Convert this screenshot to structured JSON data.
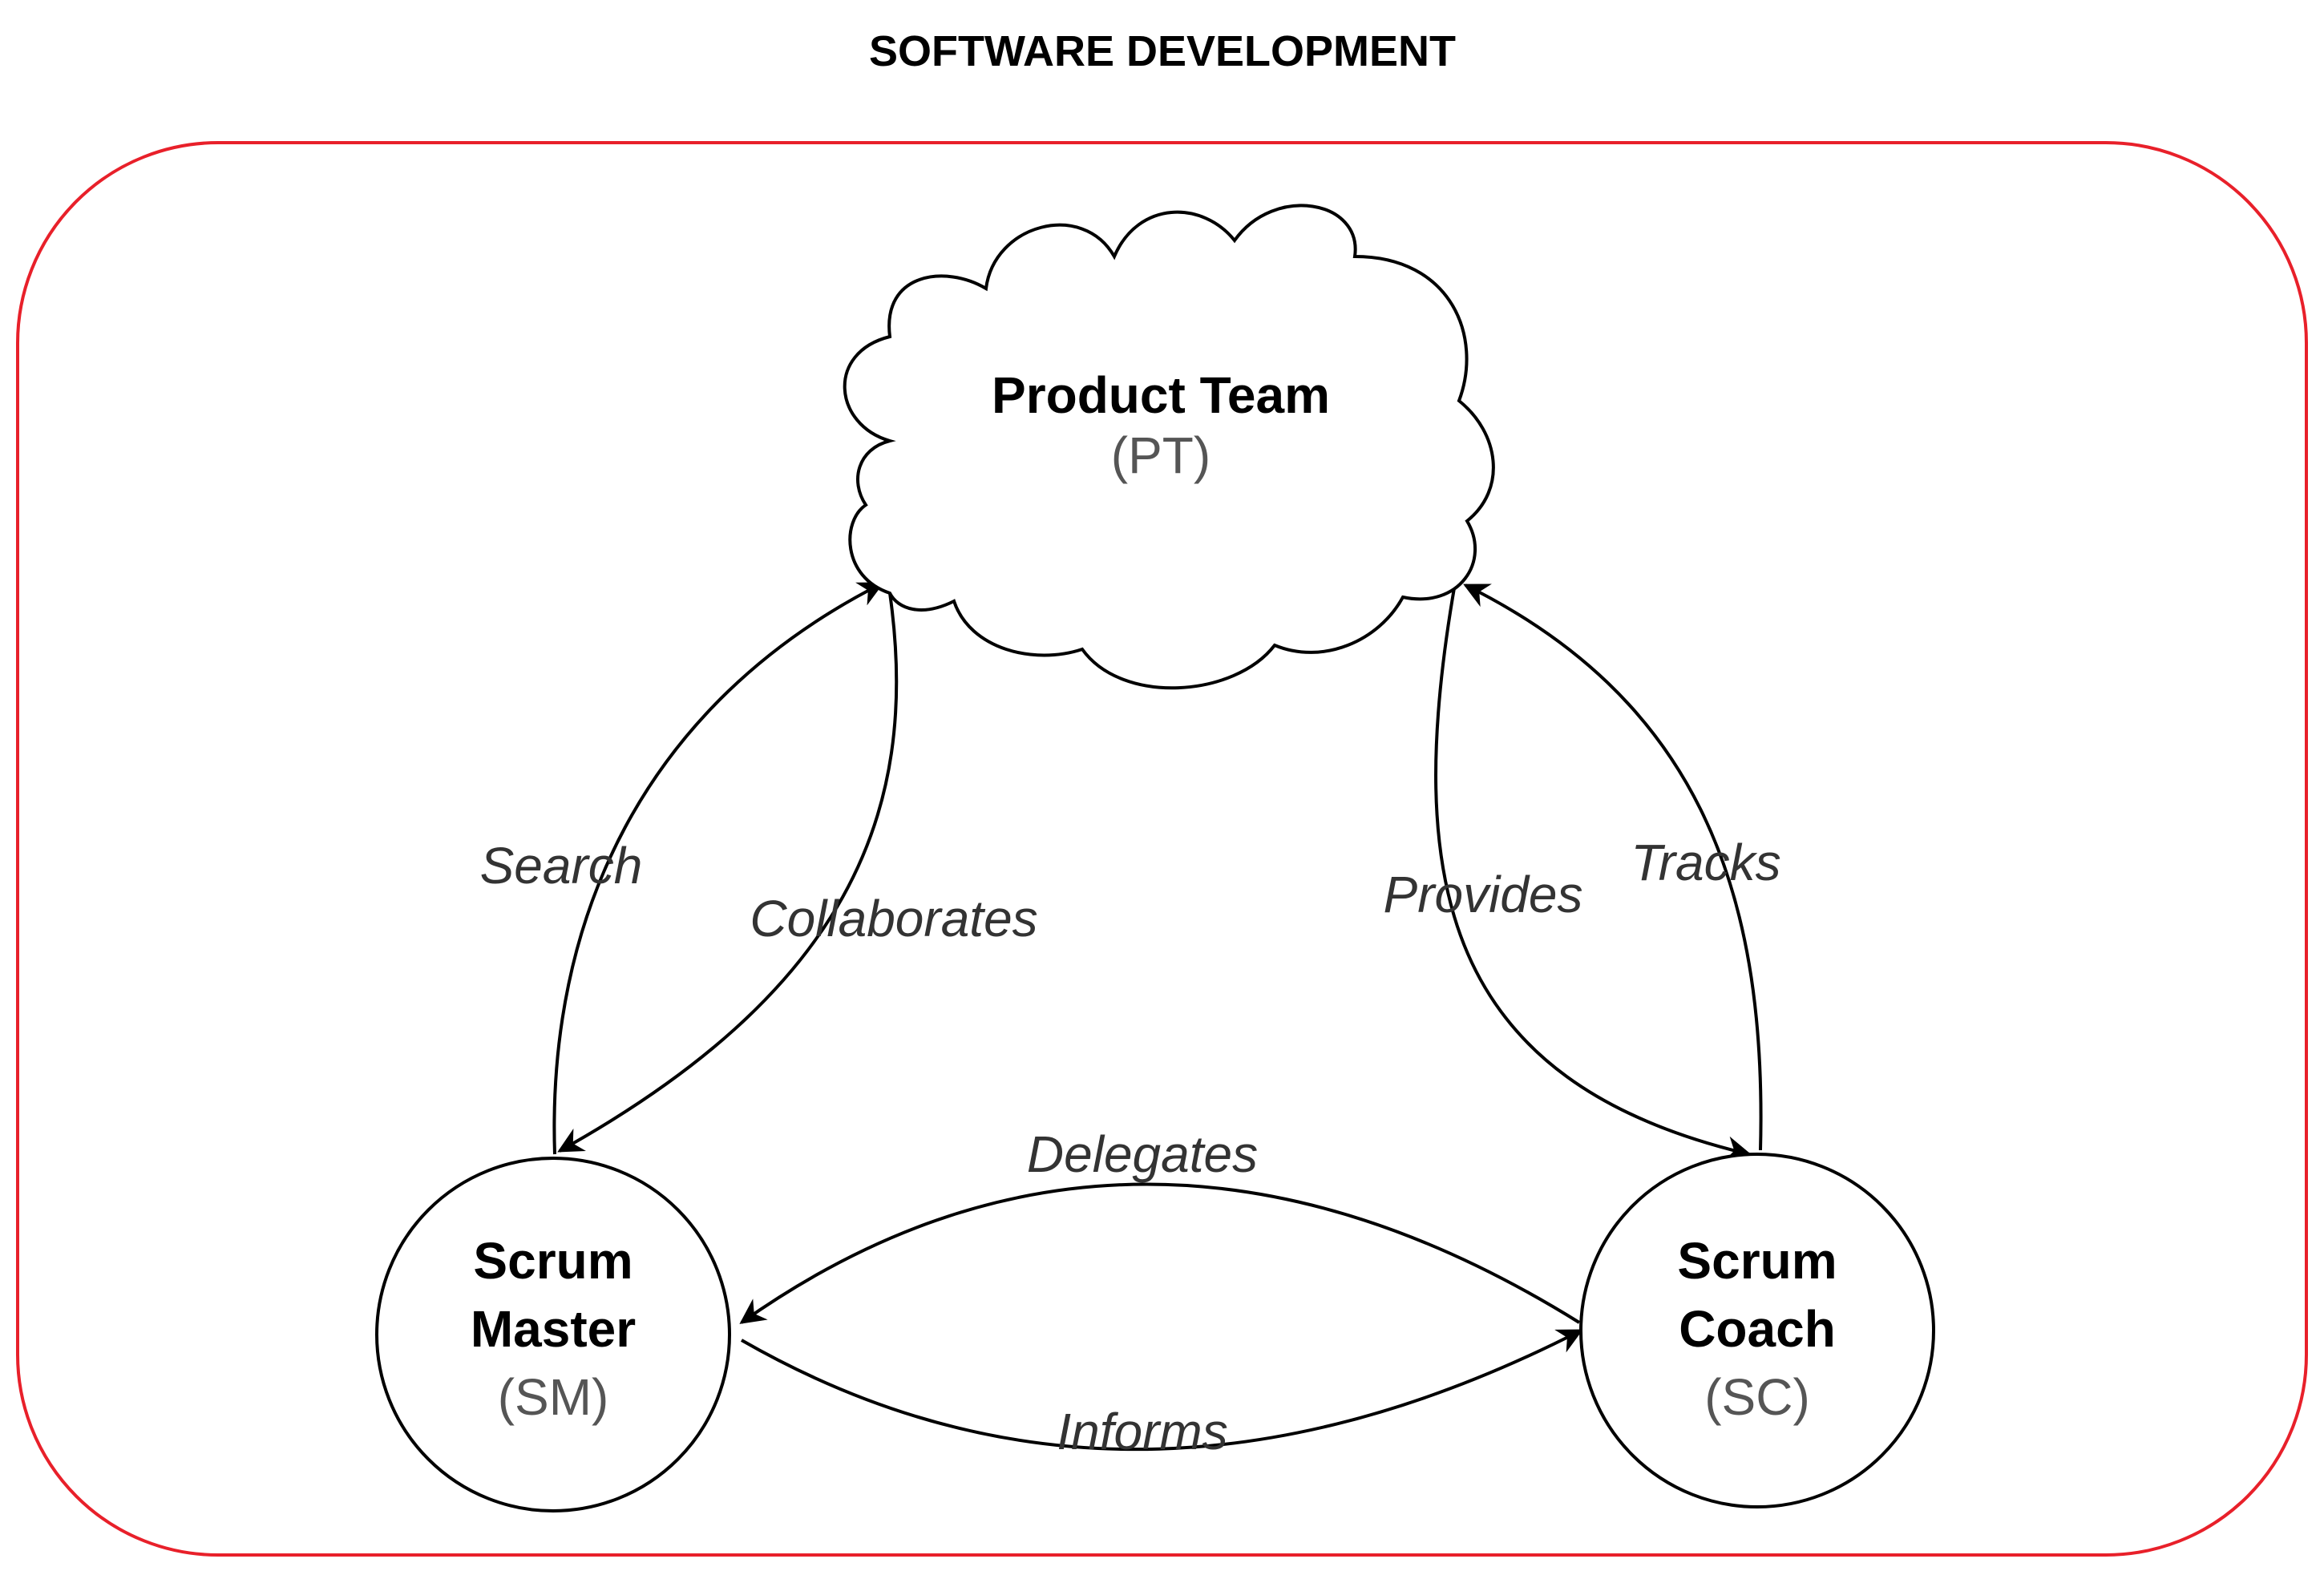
{
  "title": "SOFTWARE DEVELOPMENT",
  "container": {
    "border_color": "#e8202a"
  },
  "nodes": {
    "product_team": {
      "name": "Product Team",
      "abbr": "(PT)",
      "shape": "cloud"
    },
    "scrum_master": {
      "name_line1": "Scrum",
      "name_line2": "Master",
      "abbr": "(SM)",
      "shape": "circle"
    },
    "scrum_coach": {
      "name_line1": "Scrum",
      "name_line2": "Coach",
      "abbr": "(SC)",
      "shape": "circle"
    }
  },
  "edges": {
    "search": {
      "label": "Search",
      "from": "scrum_master",
      "to": "product_team"
    },
    "collaborates": {
      "label": "Collaborates",
      "from": "product_team",
      "to": "scrum_master"
    },
    "provides": {
      "label": "Provides",
      "from": "product_team",
      "to": "scrum_coach"
    },
    "tracks": {
      "label": "Tracks",
      "from": "scrum_coach",
      "to": "product_team"
    },
    "delegates": {
      "label": "Delegates",
      "from": "scrum_coach",
      "to": "scrum_master"
    },
    "informs": {
      "label": "Informs",
      "from": "scrum_master",
      "to": "scrum_coach"
    }
  }
}
